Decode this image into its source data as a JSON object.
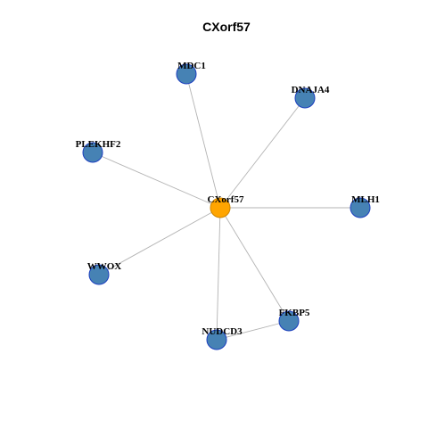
{
  "title": "CXorf57",
  "colors": {
    "center_fill": "#FFA500",
    "center_stroke": "#CC8400",
    "node_fill": "#4682B4",
    "node_stroke": "#1C3FBF",
    "edge": "#B3B3B3"
  },
  "nodes": [
    {
      "id": "CXorf57",
      "label": "CXorf57",
      "role": "center"
    },
    {
      "id": "MDC1",
      "label": "MDC1",
      "role": "neighbor"
    },
    {
      "id": "DNAJA4",
      "label": "DNAJA4",
      "role": "neighbor"
    },
    {
      "id": "PLEKHF2",
      "label": "PLEKHF2",
      "role": "neighbor"
    },
    {
      "id": "MLH1",
      "label": "MLH1",
      "role": "neighbor"
    },
    {
      "id": "WWOX",
      "label": "WWOX",
      "role": "neighbor"
    },
    {
      "id": "FKBP5",
      "label": "FKBP5",
      "role": "neighbor"
    },
    {
      "id": "NUDCD3",
      "label": "NUDCD3",
      "role": "neighbor"
    }
  ],
  "edges": [
    {
      "source": "CXorf57",
      "target": "MDC1"
    },
    {
      "source": "CXorf57",
      "target": "DNAJA4"
    },
    {
      "source": "CXorf57",
      "target": "PLEKHF2"
    },
    {
      "source": "CXorf57",
      "target": "MLH1"
    },
    {
      "source": "CXorf57",
      "target": "WWOX"
    },
    {
      "source": "CXorf57",
      "target": "FKBP5"
    },
    {
      "source": "CXorf57",
      "target": "NUDCD3"
    },
    {
      "source": "NUDCD3",
      "target": "FKBP5"
    }
  ]
}
